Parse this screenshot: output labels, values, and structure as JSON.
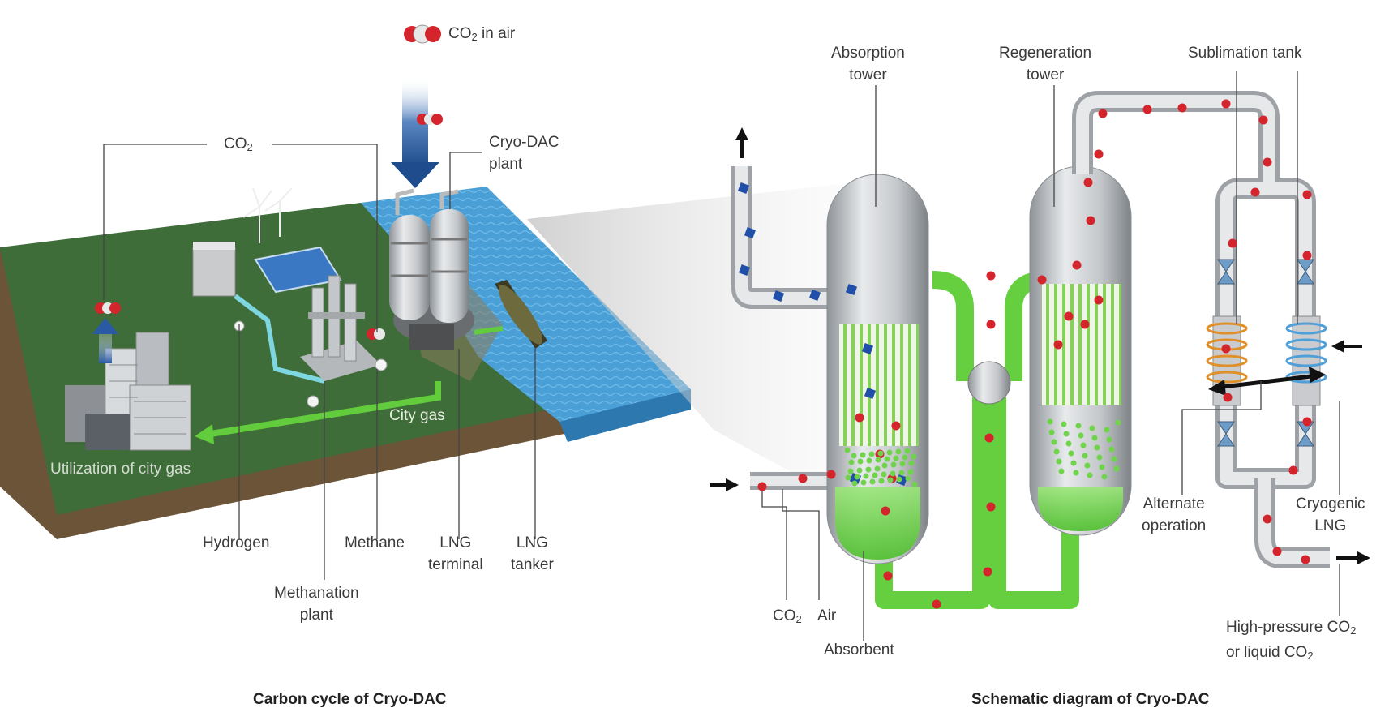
{
  "colors": {
    "co2": "#d4242c",
    "air": "#1f4fa8",
    "absorbent": "#6fd44a",
    "water": "#4a9fd6",
    "grass": "#3f6d3a",
    "soil": "#6b5438",
    "steel": "#b8bcc0",
    "arrow_blue": "#1e4c8c",
    "arrow_green": "#63cc3c"
  },
  "left": {
    "caption": "Carbon cycle of Cryo-DAC",
    "co2_in_air": {
      "main": "CO",
      "sub": "2",
      "rest": " in air"
    },
    "co2_top": {
      "main": "CO",
      "sub": "2"
    },
    "cryo_dac_plant": [
      "Cryo-DAC",
      "plant"
    ],
    "city_gas": "City gas",
    "utilization": "Utilization of city gas",
    "hydrogen": "Hydrogen",
    "methane": "Methane",
    "lng_terminal": [
      "LNG",
      "terminal"
    ],
    "lng_tanker": [
      "LNG",
      "tanker"
    ],
    "methanation_plant": [
      "Methanation",
      "plant"
    ]
  },
  "right": {
    "caption": "Schematic diagram of Cryo-DAC",
    "absorption_tower": [
      "Absorption",
      "tower"
    ],
    "regeneration_tower": [
      "Regeneration",
      "tower"
    ],
    "sublimation_tank": "Sublimation tank",
    "alternate_operation": [
      "Alternate",
      "operation"
    ],
    "cryogenic_lng": [
      "Cryogenic",
      "LNG"
    ],
    "high_pressure": {
      "line1_main": "High-pressure CO",
      "line1_sub": "2",
      "line2_main": "or liquid CO",
      "line2_sub": "2"
    },
    "co2_input": {
      "main": "CO",
      "sub": "2"
    },
    "air": "Air",
    "absorbent": "Absorbent"
  }
}
